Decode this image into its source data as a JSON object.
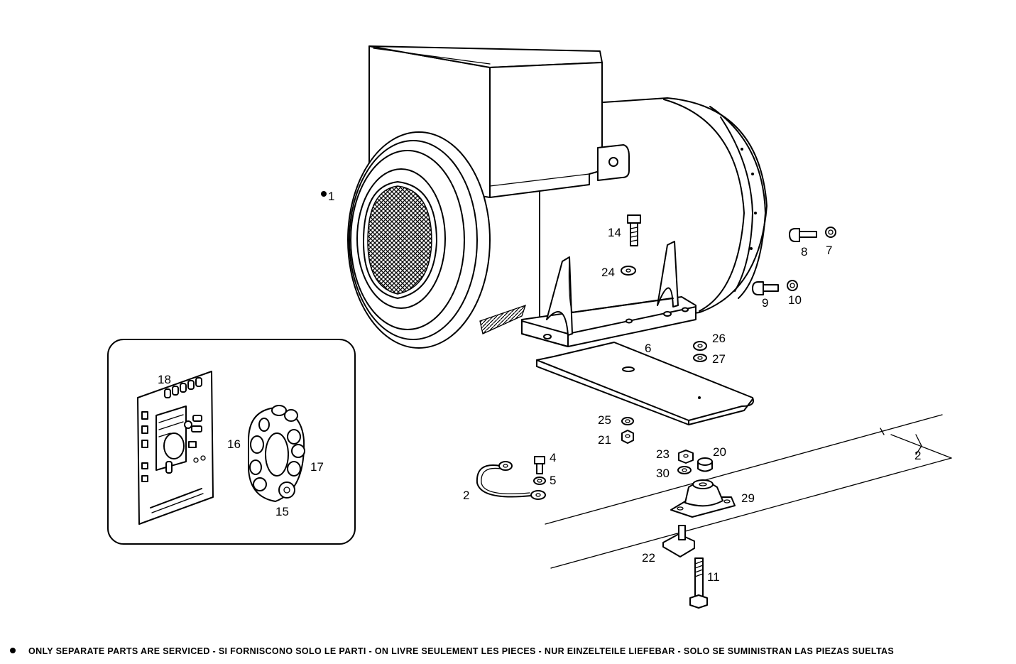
{
  "callouts": {
    "c1": "1",
    "c2": "2",
    "c2b": "2",
    "c4": "4",
    "c5": "5",
    "c6": "6",
    "c7": "7",
    "c8": "8",
    "c9": "9",
    "c10": "10",
    "c11": "11",
    "c14": "14",
    "c15": "15",
    "c16": "16",
    "c17": "17",
    "c18": "18",
    "c20": "20",
    "c21": "21",
    "c22": "22",
    "c23": "23",
    "c24": "24",
    "c25": "25",
    "c26": "26",
    "c27": "27",
    "c29": "29",
    "c30": "30"
  },
  "footer": {
    "note": "ONLY SEPARATE PARTS ARE SERVICED - SI FORNISCONO SOLO LE PARTI - ON LIVRE SEULEMENT LES PIECES - NUR EINZELTEILE LIEFEBAR - SOLO SE SUMINISTRAN LAS PIEZAS SUELTAS"
  }
}
